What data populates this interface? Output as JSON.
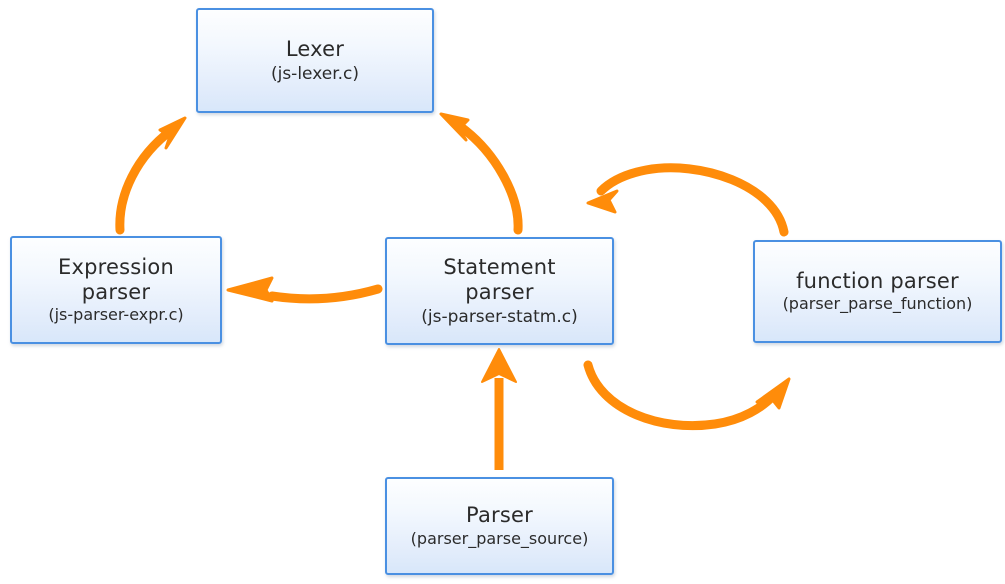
{
  "diagram": {
    "accent_color": "#FF8C0A",
    "box_border_color": "#4A90E2",
    "box_fill_top": "#FDFEFF",
    "box_fill_bottom": "#D8E7FA",
    "text_color": "#2B2B2B",
    "background_color": "#FFFFFF",
    "nodes": [
      {
        "id": "lexer",
        "title": "Lexer",
        "subtitle": "(js-lexer.c)"
      },
      {
        "id": "expression",
        "title": "Expression",
        "title2": "parser",
        "subtitle": "(js-parser-expr.c)"
      },
      {
        "id": "statement",
        "title": "Statement",
        "title2": "parser",
        "subtitle": "(js-parser-statm.c)"
      },
      {
        "id": "function",
        "title": "function parser",
        "subtitle": "(parser_parse_function)"
      },
      {
        "id": "parser",
        "title": "Parser",
        "subtitle": "(parser_parse_source)"
      }
    ],
    "edges": [
      {
        "id": "expression-to-lexer",
        "from": "expression",
        "to": "lexer",
        "style": "curved"
      },
      {
        "id": "statement-to-lexer",
        "from": "statement",
        "to": "lexer",
        "style": "curved"
      },
      {
        "id": "function-to-statement",
        "from": "function",
        "to": "statement",
        "style": "arc-over"
      },
      {
        "id": "statement-to-function",
        "from": "statement",
        "to": "function",
        "style": "arc-under"
      },
      {
        "id": "statement-to-expression",
        "from": "statement",
        "to": "expression",
        "style": "curved"
      },
      {
        "id": "parser-to-statement",
        "from": "parser",
        "to": "statement",
        "style": "straight"
      }
    ]
  }
}
